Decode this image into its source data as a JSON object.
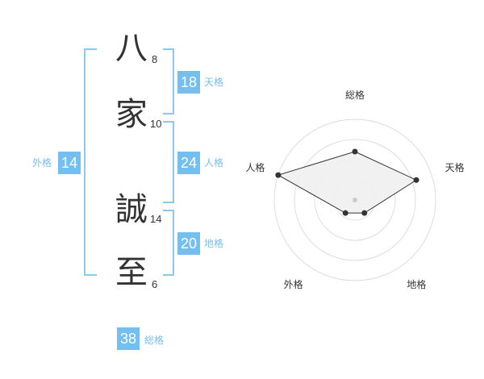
{
  "name": {
    "chars": [
      {
        "char": "八",
        "strokes": "8"
      },
      {
        "char": "家",
        "strokes": "10"
      },
      {
        "char": "誠",
        "strokes": "14"
      },
      {
        "char": "至",
        "strokes": "6"
      }
    ]
  },
  "fortunes": {
    "tenkaku": {
      "label": "天格",
      "value": "18"
    },
    "jinkaku": {
      "label": "人格",
      "value": "24"
    },
    "chikaku": {
      "label": "地格",
      "value": "20"
    },
    "gaikaku": {
      "label": "外格",
      "value": "14"
    },
    "soukaku": {
      "label": "総格",
      "value": "38"
    }
  },
  "radar": {
    "axes": [
      "総格",
      "天格",
      "地格",
      "外格",
      "人格"
    ],
    "values": [
      0.6,
      0.8,
      0.2,
      0.2,
      1.0
    ],
    "rings": 4,
    "colors": {
      "fill": "#f0f0f0",
      "stroke": "#333333",
      "grid": "#dddddd"
    }
  },
  "colors": {
    "accent": "#74bff0",
    "bracket": "#8cc8f0"
  }
}
